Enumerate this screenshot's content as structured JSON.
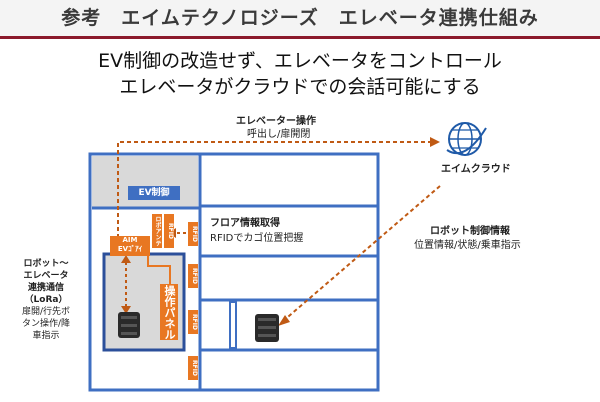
{
  "title": "参考　エイムテクノロジーズ　エレベータ連携仕組み",
  "headline": {
    "line1": "EV制御の改造せず、エレベータをコントロール",
    "line2": "エレベータがクラウドでの会話可能にする"
  },
  "ev_op": {
    "title": "エレベーター操作",
    "sub": "呼出し/扉開閉"
  },
  "cloud": {
    "label": "エイムクラウド",
    "icon": "globe-icon"
  },
  "robot_ctrl": {
    "title": "ロボット制御情報",
    "sub": "位置情報/状態/乗車指示"
  },
  "floor_info": {
    "title": "フロア情報取得",
    "sub": "RFIDでカゴ位置把握"
  },
  "ev_control": "EV制御",
  "aim_box": {
    "line1": "AIM",
    "line2": "EVｺﾞｱｲ"
  },
  "robot_antenna": "ロボアンテナ",
  "rfid": "RFID",
  "panel": "操作パネル",
  "left_note": {
    "l1": "ロボット～",
    "l2": "エレベータ",
    "l3": "連携通信",
    "l4": "（LoRa）",
    "l5": "扉開/行先ボ",
    "l6": "タン操作/降",
    "l7": "車指示"
  },
  "colors": {
    "accent": "#e87722",
    "building": "#3f6fc2",
    "rule": "#8b1a2b",
    "cloud": "#1f5aa8"
  }
}
